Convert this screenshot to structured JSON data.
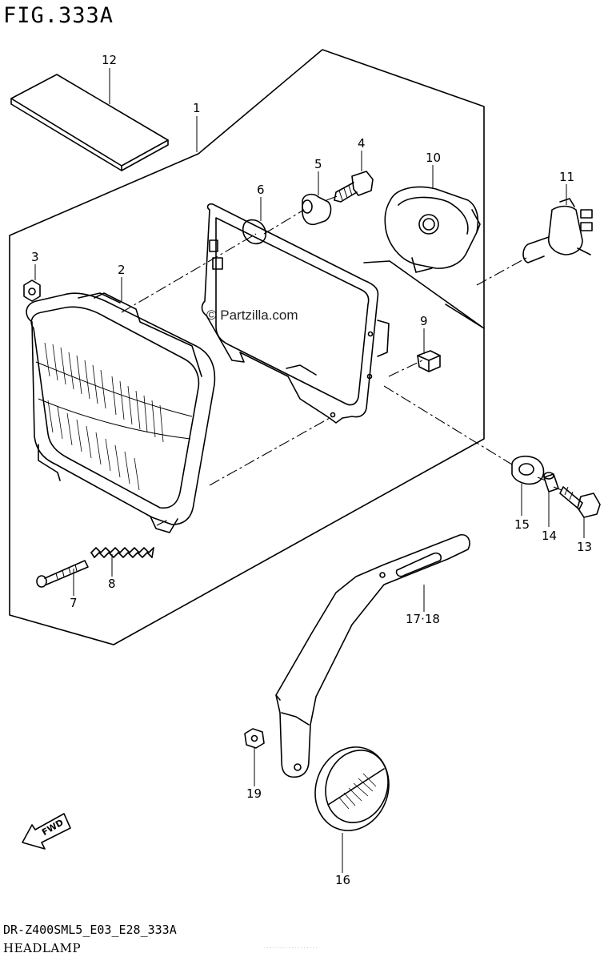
{
  "figure": {
    "title": "FIG.333A",
    "watermark": "© Partzilla.com",
    "model_code": "DR-Z400SML5_E03_E28_333A",
    "section_name": "HEADLAMP",
    "fine_print": "· · · · · · · · · · · · · · · · · ·"
  },
  "callouts": [
    {
      "id": "12",
      "text": "12"
    },
    {
      "id": "1",
      "text": "1"
    },
    {
      "id": "5",
      "text": "5"
    },
    {
      "id": "4",
      "text": "4"
    },
    {
      "id": "6",
      "text": "6"
    },
    {
      "id": "10",
      "text": "10"
    },
    {
      "id": "11",
      "text": "11"
    },
    {
      "id": "3",
      "text": "3"
    },
    {
      "id": "2",
      "text": "2"
    },
    {
      "id": "9",
      "text": "9"
    },
    {
      "id": "15",
      "text": "15"
    },
    {
      "id": "14",
      "text": "14"
    },
    {
      "id": "13",
      "text": "13"
    },
    {
      "id": "8",
      "text": "8"
    },
    {
      "id": "7",
      "text": "7"
    },
    {
      "id": "17_18",
      "text": "17·18"
    },
    {
      "id": "19",
      "text": "19"
    },
    {
      "id": "16",
      "text": "16"
    }
  ],
  "fwd_arrow": {
    "text": "FWD",
    "icon": "fwd-arrow-icon"
  },
  "colors": {
    "line": "#000000",
    "background": "#ffffff"
  }
}
